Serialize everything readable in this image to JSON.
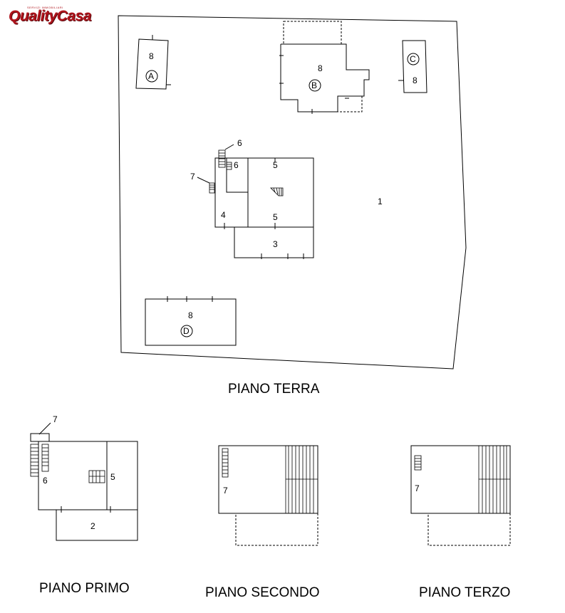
{
  "logo": {
    "small_text": "SERVIZI IMMOBILIARI",
    "main_text": "QualityCasa",
    "color": "#b0141c"
  },
  "floors": {
    "terra": "PIANO TERRA",
    "primo": "PIANO PRIMO",
    "secondo": "PIANO SECONDO",
    "terzo": "PIANO TERZO"
  },
  "room_labels": {
    "lot": "1",
    "annex_a_num": "8",
    "annex_a_letter": "A",
    "annex_b_num": "8",
    "annex_b_letter": "B",
    "annex_c_num": "8",
    "annex_c_letter": "C",
    "annex_d_num": "8",
    "annex_d_letter": "D",
    "g_stair_6a": "6",
    "g_stair_6b": "6",
    "g_stair_7": "7",
    "g_room_5a": "5",
    "g_room_5b": "5",
    "g_room_4": "4",
    "g_room_3": "3",
    "p1_stair_7": "7",
    "p1_room_6": "6",
    "p1_room_5": "5",
    "p1_room_2": "2",
    "p2_room_7": "7",
    "p3_room_7": "7"
  }
}
